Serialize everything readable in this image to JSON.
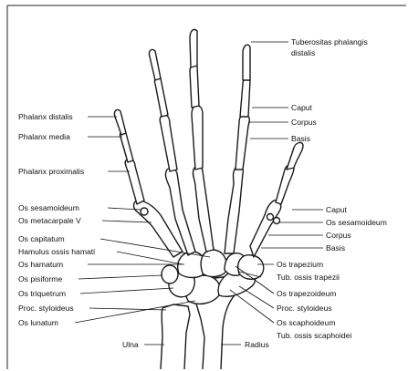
{
  "labels": {
    "tuberositas_phalangis_distalis_1": "Tuberositas phalangis",
    "tuberositas_phalangis_distalis_2": "distalis",
    "caput_top": "Caput",
    "corpus_top": "Corpus",
    "basis_top": "Basis",
    "phalanx_distalis": "Phalanx distalis",
    "phalanx_media": "Phalanx media",
    "phalanx_proximalis": "Phalanx proximalis",
    "os_sesamoideum_left": "Os sesamoideum",
    "os_metacarpale_v": "Os metacarpale V",
    "os_capitatum": "Os capitatum",
    "hamulus_ossis_hamati": "Hamulus ossis hamati",
    "os_hamatum": "Os hamatum",
    "os_pisiforme": "Os pisiforme",
    "os_triquetrum": "Os triquetrum",
    "proc_styloideus_left": "Proc. styloideus",
    "os_lunatum": "Os lunatum",
    "ulna": "Ulna",
    "caput_thumb": "Caput",
    "os_sesamoideum_right": "Os sesamoideum",
    "corpus_thumb": "Corpus",
    "basis_thumb": "Basis",
    "os_trapezium": "Os trapezium",
    "tub_ossis_trapezii": "Tub. ossis trapezii",
    "os_trapezoideum": "Os trapezoideum",
    "proc_styloideus_right": "Proc. styloideus",
    "os_scaphoideum": "Os scaphoideum",
    "tub_ossis_scaphoidei": "Tub. ossis scaphoidei",
    "radius": "Radius"
  }
}
